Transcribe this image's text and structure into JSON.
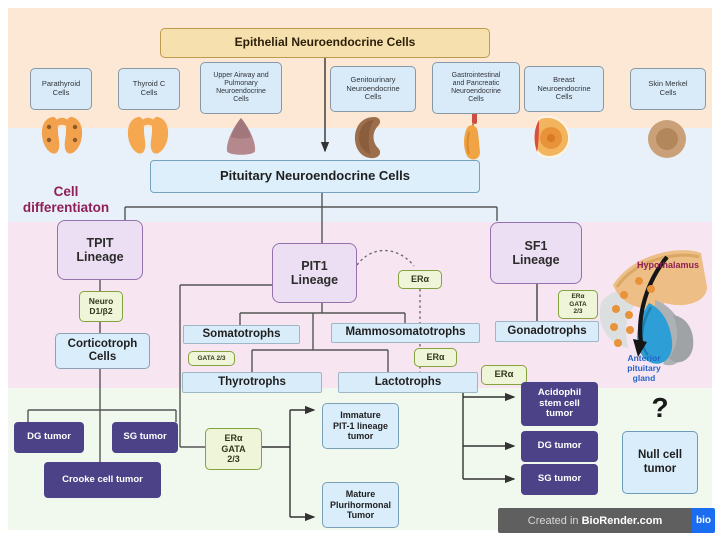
{
  "diagram": {
    "root": "Epithelial Neuroendocrine Cells",
    "cell_types": [
      {
        "label": "Parathyroid\nCells"
      },
      {
        "label": "Thyroid C\nCells"
      },
      {
        "label": "Upper Airway and\nPulmonary\nNeuroendocrine\nCells"
      },
      {
        "label": "Genitourinary\nNeuroendocrine\nCells"
      },
      {
        "label": "Gastrointestinal\nand Pancreatic\nNeuroendocrine\nCells"
      },
      {
        "label": "Breast\nNeuroendocrine\nCells"
      },
      {
        "label": "Skin Merkel\nCells"
      }
    ],
    "pituitary": "Pituitary Neuroendocrine Cells",
    "side_label": "Cell\ndifferentiaton",
    "lineages": {
      "tpit": "TPIT\nLineage",
      "pit1": "PIT1\nLineage",
      "sf1": "SF1\nLineage"
    },
    "factors": {
      "neuro_d1_b2": "Neuro\nD1/β2",
      "era_pit1": "ERα",
      "era_mammo": "ERα",
      "era_lacto": "ERα",
      "gata_2_3": "GATA 2/3",
      "era_gata_sf1": "ERα\nGATA\n2/3",
      "era_gata_pit1": "ERα\nGATA\n2/3"
    },
    "cells": {
      "corticotroph": "Corticotroph\nCells",
      "somatotrophs": "Somatotrophs",
      "mammosomatotrophs": "Mammosomatotrophs",
      "gonadotrophs": "Gonadotrophs",
      "thyrotrophs": "Thyrotrophs",
      "lactotrophs": "Lactotrophs"
    },
    "tumors": {
      "dg_left": "DG tumor",
      "sg_left": "SG tumor",
      "crooke": "Crooke cell tumor",
      "immature_pit1": "Immature\nPIT-1 lineage\ntumor",
      "mature_pluri": "Mature\nPlurihormonal\nTumor",
      "acidophil": "Acidophil\nstem cell\ntumor",
      "dg_right": "DG tumor",
      "sg_right": "SG tumor",
      "null_cell": "Null cell\ntumor",
      "unknown_origin": "?"
    },
    "anatomy": {
      "hypothalamus": "Hypothalamus",
      "anterior_pituitary": "Anterior\npituitary\ngland"
    }
  },
  "watermark": {
    "prefix": "Created in ",
    "brand": "BioRender.com",
    "logo": "bio"
  },
  "colors": {
    "band_top": "#fce8d4",
    "band_blue": "#e8f1fa",
    "band_pink": "#f7e6f2",
    "band_bottom": "#f1f8ee",
    "root_box": "#f6e0ae",
    "cell_box": "#d9ebf9",
    "lineage_box": "#eddff3",
    "factor_box": "#eff5d8",
    "tumor_box": "#4c4287",
    "accent_maroon": "#8f1f56",
    "accent_blue": "#2563c9",
    "logo_blue": "#1a6df0"
  }
}
